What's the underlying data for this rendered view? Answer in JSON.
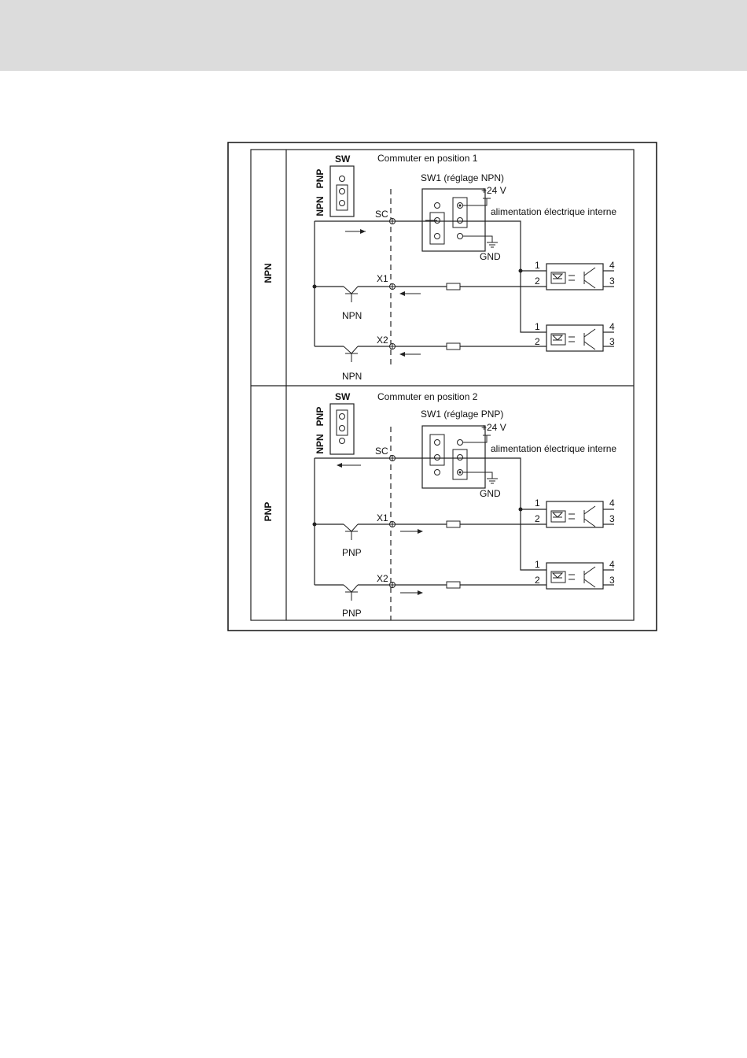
{
  "header_band_color": "#dcdcdc",
  "sections": [
    {
      "side_label": "NPN",
      "sw_label": "SW",
      "sw_pos_top": "PNP",
      "sw_pos_bottom": "NPN",
      "instruction": "Commuter en position 1",
      "sw1_title": "SW1 (réglage NPN)",
      "plus_24v": "+24 V",
      "internal_power": "alimentation électrique interne",
      "gnd": "GND",
      "sc": "SC",
      "x1": "X1",
      "x2": "X2",
      "transistor_1": "NPN",
      "transistor_2": "NPN",
      "opto_pins": [
        "1",
        "2",
        "4",
        "3"
      ]
    },
    {
      "side_label": "PNP",
      "sw_label": "SW",
      "sw_pos_top": "PNP",
      "sw_pos_bottom": "NPN",
      "instruction": "Commuter en position 2",
      "sw1_title": "SW1 (réglage PNP)",
      "plus_24v": "+24 V",
      "internal_power": "alimentation électrique interne",
      "gnd": "GND",
      "sc": "SC",
      "x1": "X1",
      "x2": "X2",
      "transistor_1": "PNP",
      "transistor_2": "PNP",
      "opto_pins": [
        "1",
        "2",
        "4",
        "3"
      ]
    }
  ]
}
